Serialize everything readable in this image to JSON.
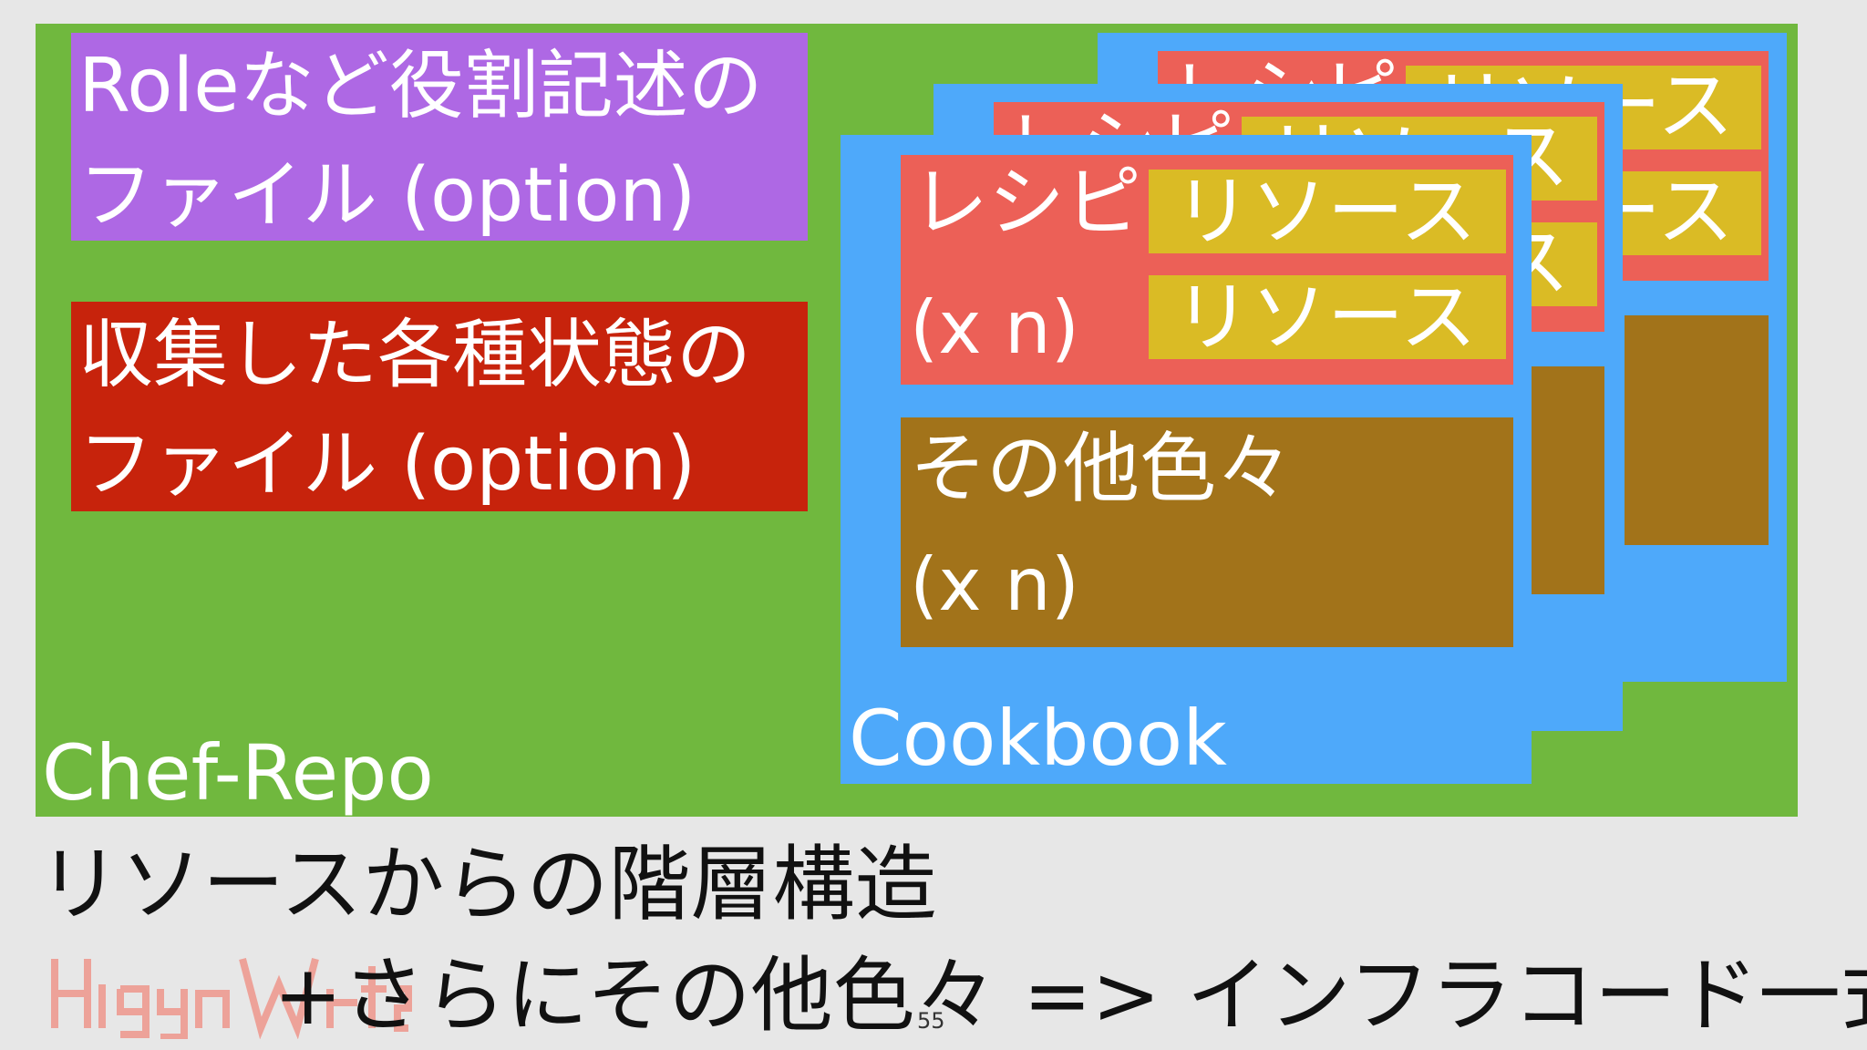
{
  "colors": {
    "background": "#e7e7e7",
    "chef_repo": "#70b83e",
    "role_box": "#ae68e4",
    "state_box": "#c7230c",
    "cookbook": "#4ea9fa",
    "recipe": "#ec6057",
    "resource": "#dabb25",
    "other": "#a2731a"
  },
  "role_box": {
    "line1": "Roleなど役割記述の",
    "line2": "ファイル (option)"
  },
  "state_box": {
    "line1": "収集した各種状態の",
    "line2": "ファイル (option)"
  },
  "recipe": {
    "label": "レシピ",
    "count": "(x n)"
  },
  "resources": [
    "リソース",
    "リソース"
  ],
  "other": {
    "label": "その他色々",
    "count": "(x n)"
  },
  "cookbook_label": "Cookbook",
  "repo_label": "Chef-Repo",
  "captions": {
    "line1": "リソースからの階層構造",
    "line2": "+さらにその他色々 => インフラコード一式"
  },
  "page_number": "55"
}
